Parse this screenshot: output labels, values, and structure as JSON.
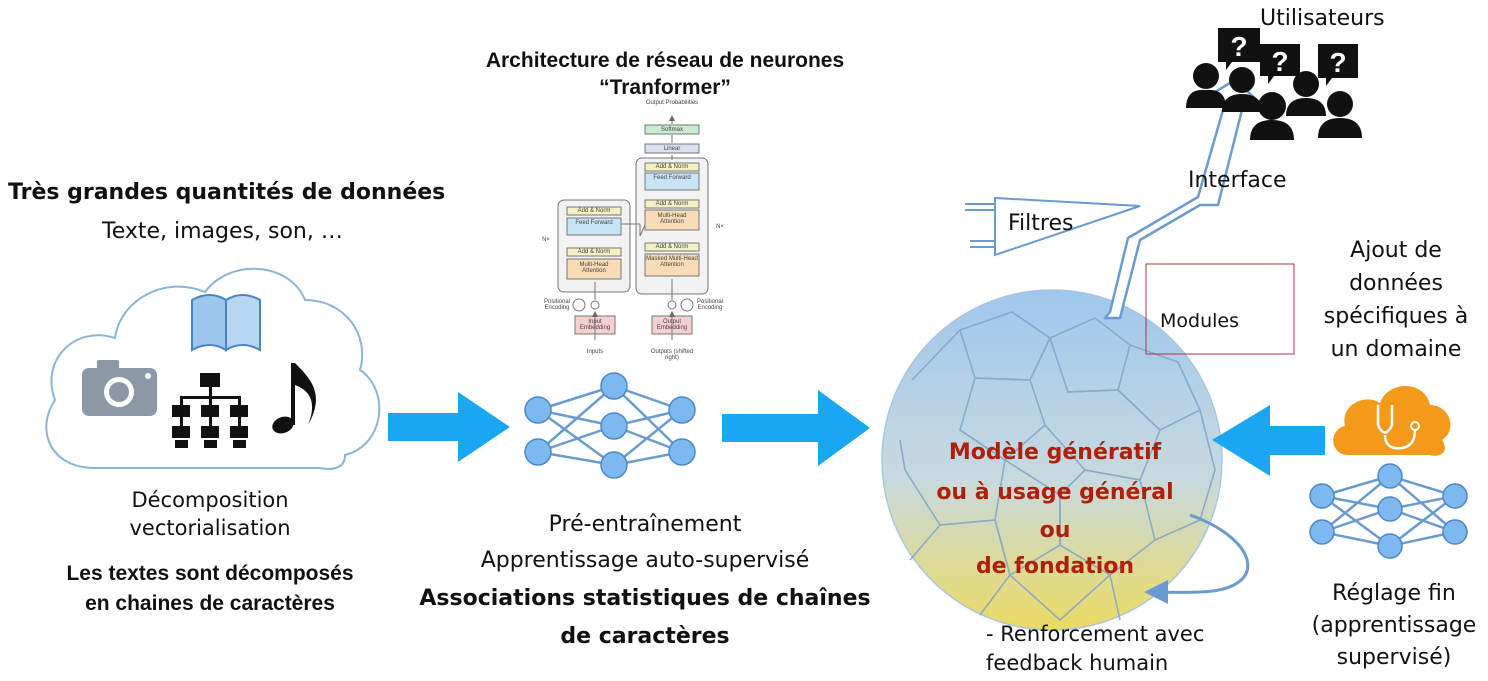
{
  "colors": {
    "arrow_blue": "#1aa6f0",
    "node_blue": "#7db8ee",
    "model_text": "#b01e0c",
    "modules_border": "#b8323f",
    "cloud_orange": "#f39a1b"
  },
  "left": {
    "title": "Très grandes quantités de données",
    "subtitle": "Texte, images, son, …",
    "icons": [
      "book-icon",
      "camera-icon",
      "hierarchy-icon",
      "music-note-icon"
    ],
    "caption1": "Décomposition",
    "caption2": "vectorialisation",
    "bold1": "Les textes sont décomposés",
    "bold2": "en chaines de caractères"
  },
  "transformer": {
    "title1": "Architecture  de réseau de neurones",
    "title2": "“Tranformer”",
    "labels": {
      "output_probabilities": "Output Probabilities",
      "softmax": "Softmax",
      "linear": "Linear",
      "add_norm": "Add & Norm",
      "feed_forward": "Feed Forward",
      "multi_head_attention": "Multi-Head Attention",
      "masked_multi_head_attention": "Masked Multi-Head Attention",
      "nx": "N×",
      "positional_encoding": "Positional Encoding",
      "input_embedding": "Input Embedding",
      "output_embedding": "Output Embedding",
      "inputs": "Inputs",
      "outputs": "Outputs (shifted right)"
    }
  },
  "middle": {
    "line1": "Pré-entraînement",
    "line2": "Apprentissage auto-supervisé",
    "bold1": "Associations statistiques de chaînes",
    "bold2": "de caractères"
  },
  "model": {
    "line1": "Modèle génératif",
    "line2": "ou à usage général",
    "line3": "ou",
    "line4": "de fondation",
    "feedback1": "- Renforcement avec",
    "feedback2": "feedback humain"
  },
  "top_right": {
    "users": "Utilisateurs",
    "interface": "Interface",
    "filters": "Filtres",
    "modules": "Modules"
  },
  "right": {
    "line1": "Ajout de",
    "line2": "données",
    "line3": "spécifiques à",
    "line4": "un domaine",
    "ft1": "Réglage fin",
    "ft2": "(apprentissage",
    "ft3": "supervisé)"
  }
}
